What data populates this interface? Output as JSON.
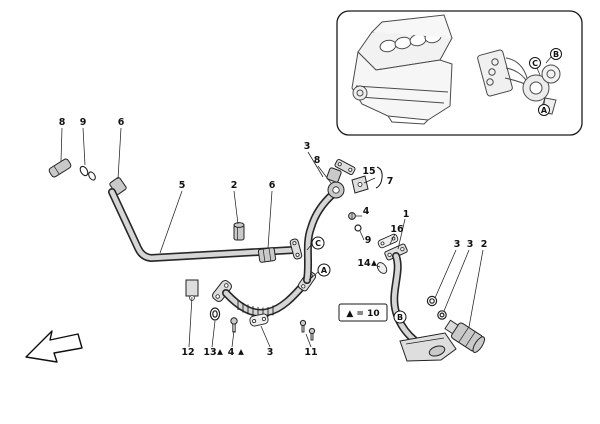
{
  "page": {
    "background": "#ffffff",
    "line_color": "#1a1a1a"
  },
  "legend": {
    "text": "▲ = 10"
  },
  "markers": {
    "triangle": "▲"
  },
  "callouts": {
    "n8_left": "8",
    "n9_left": "9",
    "n6_left": "6",
    "n5": "5",
    "n2_mid": "2",
    "n6_mid": "6",
    "n3_top": "3",
    "n8_mid": "8",
    "n15": "15",
    "n7": "7",
    "n4_right": "4",
    "n9_mid": "9",
    "n1": "1",
    "n16": "16",
    "n14": "14",
    "n3_r1": "3",
    "n3_r2": "3",
    "n2_right": "2",
    "n12": "12",
    "n13": "13",
    "n4_bottom": "4",
    "n3_bottom": "3",
    "n11": "11"
  },
  "letters": {
    "main": {
      "A": "A",
      "B": "B",
      "C": "C"
    },
    "inset": {
      "A": "A",
      "B": "B",
      "C": "C"
    }
  }
}
